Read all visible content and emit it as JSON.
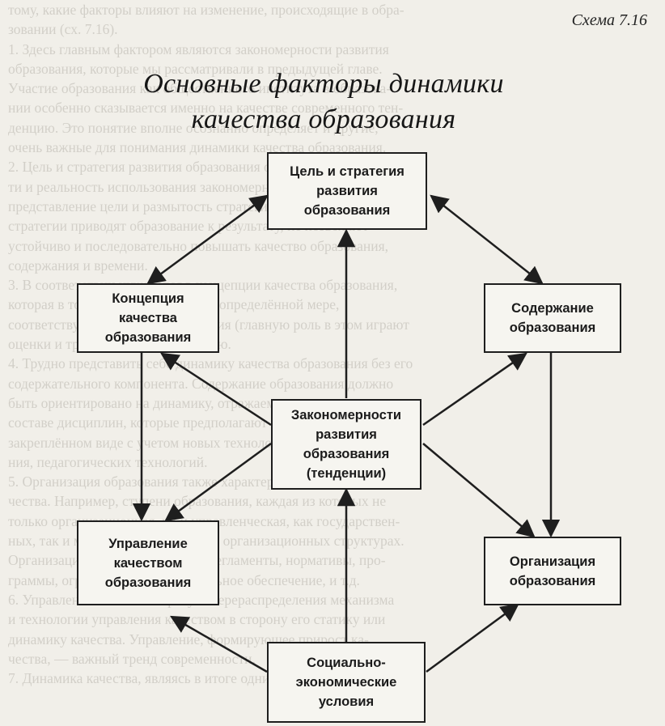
{
  "scheme_label": "Схема 7.16",
  "title": {
    "line1": "Основные факторы динамики",
    "line2": "качества образования"
  },
  "boxes": {
    "goal": "Цель и стратегия\nразвития\nобразования",
    "concept": "Концепция\nкачества\nобразования",
    "content": "Содержание\nобразования",
    "laws": "Закономерности\nразвития\nобразования\n(тенденции)",
    "management": "Управление\nкачеством\nобразования",
    "organization": "Организация\nобразования",
    "socio": "Социально-\nэкономические\nусловия"
  },
  "background_text": [
    "тому, какие факторы влияют на изменение, происходящие в обра-",
    "зовании (сх. 7.16).",
    "1. Здесь главным фактором являются закономерности развития",
    "образования, которые мы рассматривали в предыдущей главе.",
    "Участие образования как общественного института в образова-",
    "нии особенно сказывается именно на качестве современного тен-",
    "денцию. Это понятие вполне осознанно определяет и другие,",
    "очень важные для понимания динамики качества образования.",
    "2. Цель и стратегия развития образования отражают возможнос-",
    "ти и реальность использования закономерностей. Нечеткое",
    "представление цели и размытость стратегии, а иногда и отсутствие",
    "стратегии приводят образование к результату, не позволяют",
    "устойчиво и последовательно повышать качество образования,",
    "содержания и времени.",
    "3. В соответствии нуждается в концепции качества образования,",
    "которая в той или иной мере, т.е. в определённой мере,",
    "соответствует развитию образования (главную роль в этом играют",
    "оценки и требования к обеспечению.",
    "4. Трудно представить себе динамику качества образования без его",
    "содержательного компонента. Содержание образования должно",
    "быть ориентировано на динамику, отражаемую в дисциплинах,",
    "составе дисциплин, которые предполагают развитие знаний в",
    "закреплённом виде с учетом новых технологий образова-",
    "ния, педагогических технологий.",
    "5. Организация образования также характеризует динамику ка-",
    "чества. Например, ступени образования, каждая из которых не",
    "только организационная, но и управленческая, как государствен-",
    "ных, так и муниципальных, так и в организационных структурах.",
    "Организация образования — это регламенты, нормативы, про-",
    "граммы, ограничения, документальное обеспечение, и т.д.",
    "6. Управление качеством требует перераспределения механизма",
    "и технологии управления качеством в сторону его статику или",
    "динамику качества. Управление, формирующее прирост ка-",
    "чества, — важный тренд современности.",
    "7. Динамика качества, являясь в итоге одним из определяющих"
  ]
}
